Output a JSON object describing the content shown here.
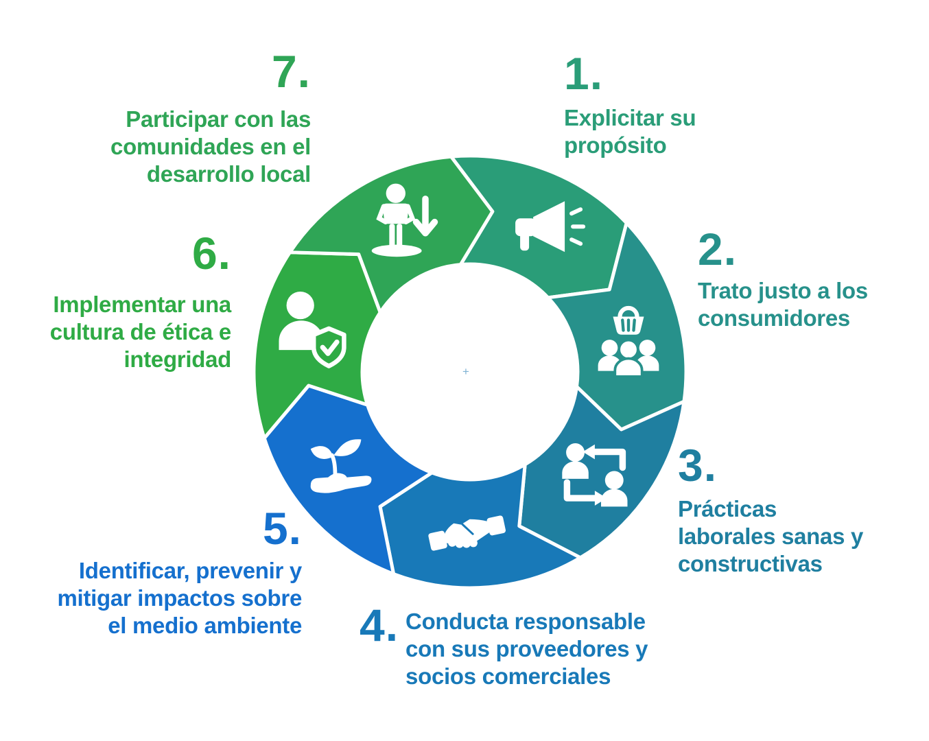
{
  "diagram": {
    "type": "process-wheel",
    "center_mark": "+",
    "steps": [
      {
        "number": "1.",
        "label": "Explicitar su propósito",
        "label_lines": [
          "Explicitar su",
          "propósito"
        ],
        "color": "#2A9D78",
        "icon": "megaphone-icon"
      },
      {
        "number": "2.",
        "label": "Trato justo a los consumidores",
        "label_lines": [
          "Trato justo a los",
          "consumidores"
        ],
        "color": "#27918B",
        "icon": "consumers-basket-icon"
      },
      {
        "number": "3.",
        "label": "Prácticas laborales sanas y constructivas",
        "label_lines": [
          "Prácticas",
          "laborales sanas y",
          "constructivas"
        ],
        "color": "#1F7FA0",
        "icon": "people-exchange-icon"
      },
      {
        "number": "4.",
        "label": "Conducta responsable con sus proveedores y socios comerciales",
        "label_lines": [
          "Conducta responsable",
          "con sus proveedores y",
          "socios comerciales"
        ],
        "color": "#1879B8",
        "icon": "handshake-icon"
      },
      {
        "number": "5.",
        "label": "Identificar, prevenir y mitigar impactos sobre el medio ambiente",
        "label_lines": [
          "Identificar, prevenir y",
          "mitigar impactos sobre",
          "el medio ambiente"
        ],
        "color": "#1570CE",
        "icon": "hand-plant-icon"
      },
      {
        "number": "6.",
        "label": "Implementar una cultura de ética e integridad",
        "label_lines": [
          "Implementar una",
          "cultura de ética e",
          "integridad"
        ],
        "color": "#2FAB45",
        "icon": "person-shield-check-icon"
      },
      {
        "number": "7.",
        "label": "Participar con las comunidades en el desarrollo local",
        "label_lines": [
          "Participar con las",
          "comunidades en el",
          "desarrollo local"
        ],
        "color": "#2FA556",
        "icon": "person-community-icon"
      }
    ]
  }
}
